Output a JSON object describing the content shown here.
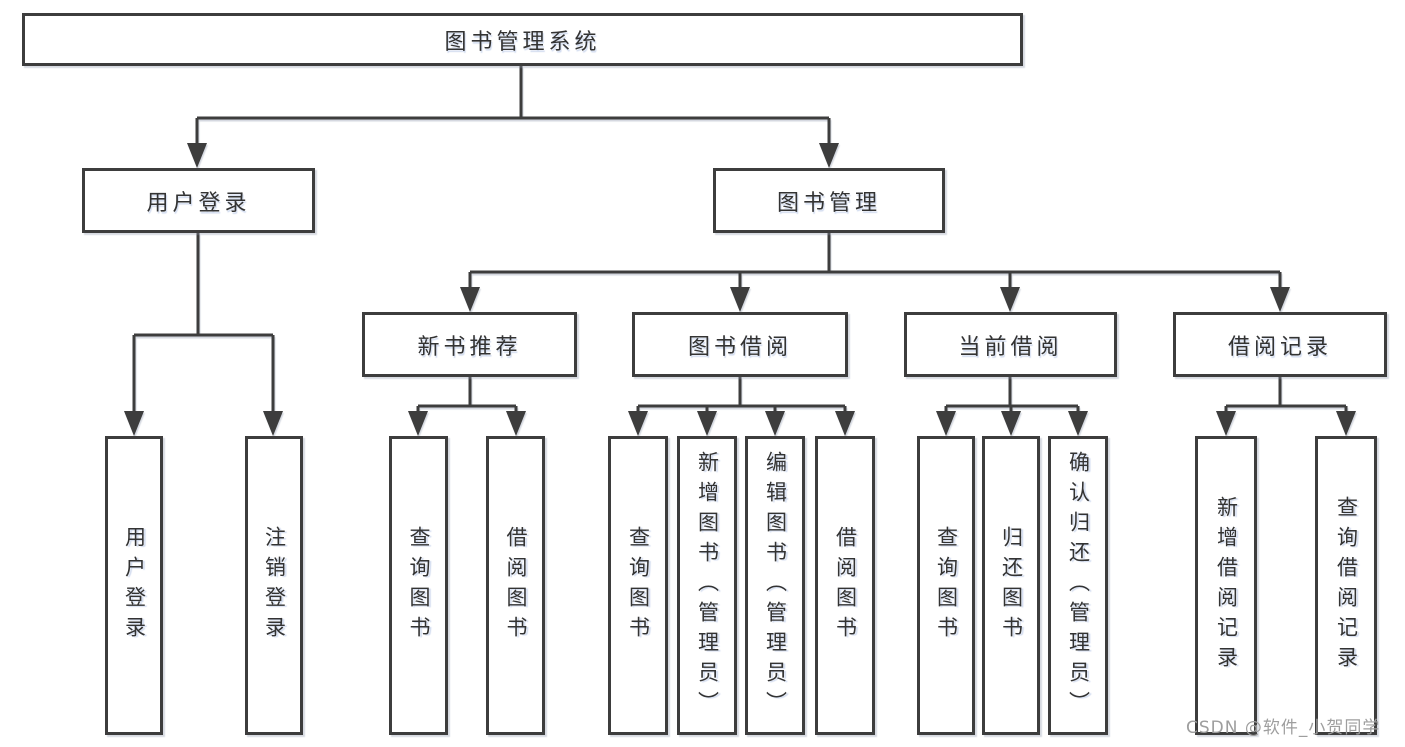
{
  "tree": {
    "root": {
      "label": "图书管理系统"
    },
    "children": [
      {
        "label": "用户登录",
        "children": [
          {
            "label": "用户登录"
          },
          {
            "label": "注销登录"
          }
        ]
      },
      {
        "label": "图书管理",
        "children": [
          {
            "label": "新书推荐",
            "children": [
              {
                "label": "查询图书"
              },
              {
                "label": "借阅图书"
              }
            ]
          },
          {
            "label": "图书借阅",
            "children": [
              {
                "label": "查询图书"
              },
              {
                "label": "新增图书（管理员）"
              },
              {
                "label": "编辑图书（管理员）"
              },
              {
                "label": "借阅图书"
              }
            ]
          },
          {
            "label": "当前借阅",
            "children": [
              {
                "label": "查询图书"
              },
              {
                "label": "归还图书"
              },
              {
                "label": "确认归还（管理员）"
              }
            ]
          },
          {
            "label": "借阅记录",
            "children": [
              {
                "label": "新增借阅记录"
              },
              {
                "label": "查询借阅记录"
              }
            ]
          }
        ]
      }
    ]
  },
  "watermark": {
    "text": "CSDN @软件_小贺同学"
  },
  "colors": {
    "line": "#3d3d3d",
    "box_border": "#3d3d3d",
    "text": "#333333",
    "background": "#ffffff",
    "watermark": "#9e9e9e"
  }
}
